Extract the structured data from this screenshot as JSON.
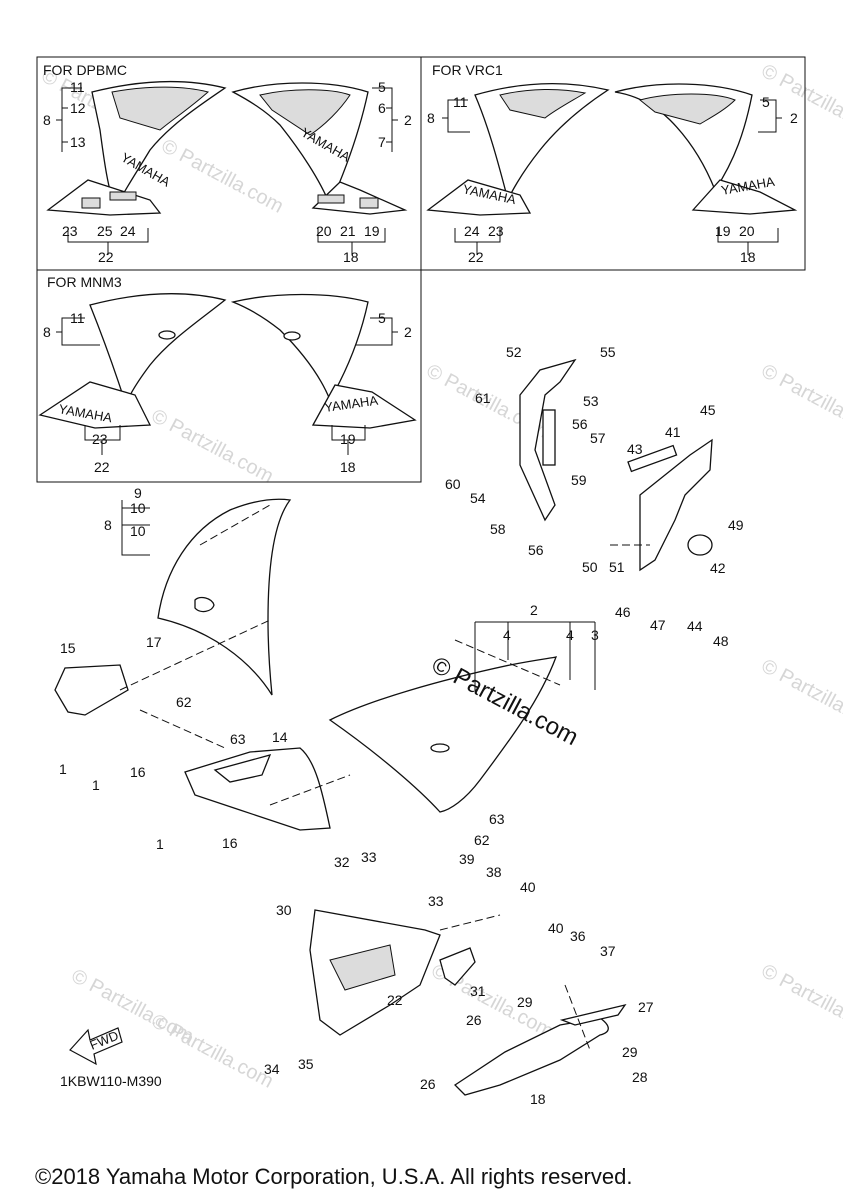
{
  "boxes": {
    "dpbmc_title": "FOR DPBMC",
    "vrc1_title": "FOR VRC1",
    "mnm3_title": "FOR MNM3"
  },
  "decal_text": "YAMAHA",
  "callouts": {
    "c1": "1",
    "c2": "2",
    "c3": "3",
    "c4": "4",
    "c5": "5",
    "c6": "6",
    "c7": "7",
    "c8": "8",
    "c9": "9",
    "c10": "10",
    "c11": "11",
    "c12": "12",
    "c13": "13",
    "c14": "14",
    "c15": "15",
    "c16": "16",
    "c17": "17",
    "c18": "18",
    "c19": "19",
    "c20": "20",
    "c21": "21",
    "c22": "22",
    "c23": "23",
    "c24": "24",
    "c25": "25",
    "c26": "26",
    "c27": "27",
    "c28": "28",
    "c29": "29",
    "c30": "30",
    "c31": "31",
    "c32": "32",
    "c33": "33",
    "c34": "34",
    "c35": "35",
    "c36": "36",
    "c37": "37",
    "c38": "38",
    "c39": "39",
    "c40": "40",
    "c41": "41",
    "c42": "42",
    "c43": "43",
    "c44": "44",
    "c45": "45",
    "c46": "46",
    "c47": "47",
    "c48": "48",
    "c49": "49",
    "c50": "50",
    "c51": "51",
    "c52": "52",
    "c53": "53",
    "c54": "54",
    "c55": "55",
    "c56": "56",
    "c57": "57",
    "c58": "58",
    "c59": "59",
    "c60": "60",
    "c61": "61",
    "c62": "62",
    "c63": "63"
  },
  "fwd_label": "FWD",
  "diagram_code": "1KBW110-M390",
  "watermark_small": "© Partzilla.com",
  "watermark_main": "© Partzilla.com",
  "copyright": "©2018 Yamaha Motor Corporation, U.S.A. All rights reserved."
}
